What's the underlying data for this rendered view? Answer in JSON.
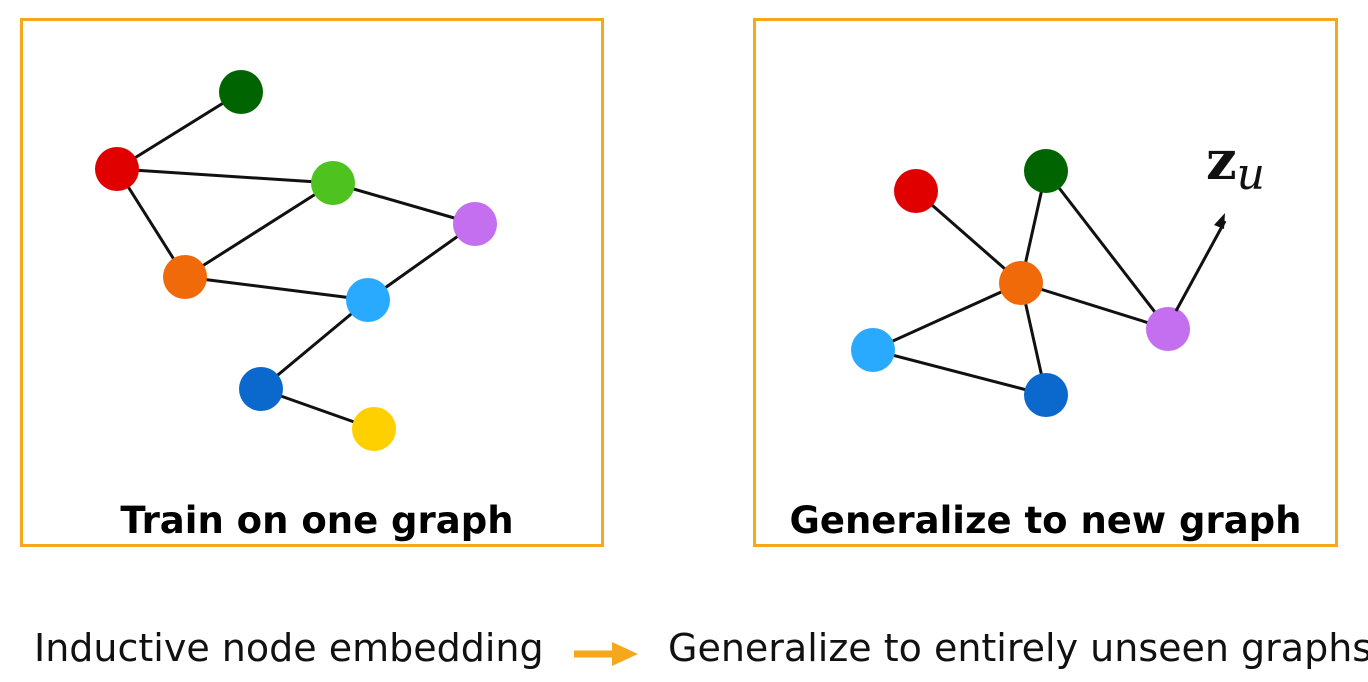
{
  "panels": {
    "left": {
      "caption": "Train on one graph",
      "nodes": [
        {
          "id": "darkgreen",
          "color": "#006400"
        },
        {
          "id": "red",
          "color": "#e00000"
        },
        {
          "id": "green",
          "color": "#4ec21e"
        },
        {
          "id": "purple",
          "color": "#c46ef0"
        },
        {
          "id": "orange",
          "color": "#f06a0a"
        },
        {
          "id": "lightblue",
          "color": "#29aaff"
        },
        {
          "id": "blue",
          "color": "#0b68cc"
        },
        {
          "id": "yellow",
          "color": "#ffd000"
        }
      ],
      "edges": [
        [
          "red",
          "darkgreen"
        ],
        [
          "red",
          "green"
        ],
        [
          "red",
          "orange"
        ],
        [
          "green",
          "orange"
        ],
        [
          "green",
          "purple"
        ],
        [
          "orange",
          "lightblue"
        ],
        [
          "lightblue",
          "purple"
        ],
        [
          "lightblue",
          "blue"
        ],
        [
          "blue",
          "yellow"
        ]
      ]
    },
    "right": {
      "caption": "Generalize to new graph",
      "embedding_label": {
        "main": "z",
        "subscript": "u"
      },
      "nodes": [
        {
          "id": "red",
          "color": "#e00000"
        },
        {
          "id": "darkgreen",
          "color": "#006400"
        },
        {
          "id": "orange",
          "color": "#f06a0a"
        },
        {
          "id": "purple",
          "color": "#c46ef0"
        },
        {
          "id": "lightblue",
          "color": "#29aaff"
        },
        {
          "id": "blue",
          "color": "#0b68cc"
        }
      ],
      "edges": [
        [
          "red",
          "orange"
        ],
        [
          "darkgreen",
          "orange"
        ],
        [
          "darkgreen",
          "purple"
        ],
        [
          "orange",
          "purple"
        ],
        [
          "orange",
          "lightblue"
        ],
        [
          "orange",
          "blue"
        ],
        [
          "lightblue",
          "blue"
        ]
      ]
    }
  },
  "bottom": {
    "left_text": "Inductive node embedding",
    "right_text": "Generalize to entirely unseen graphs",
    "arrow_color": "#f5a81c"
  },
  "border_color": "#f5a81c"
}
